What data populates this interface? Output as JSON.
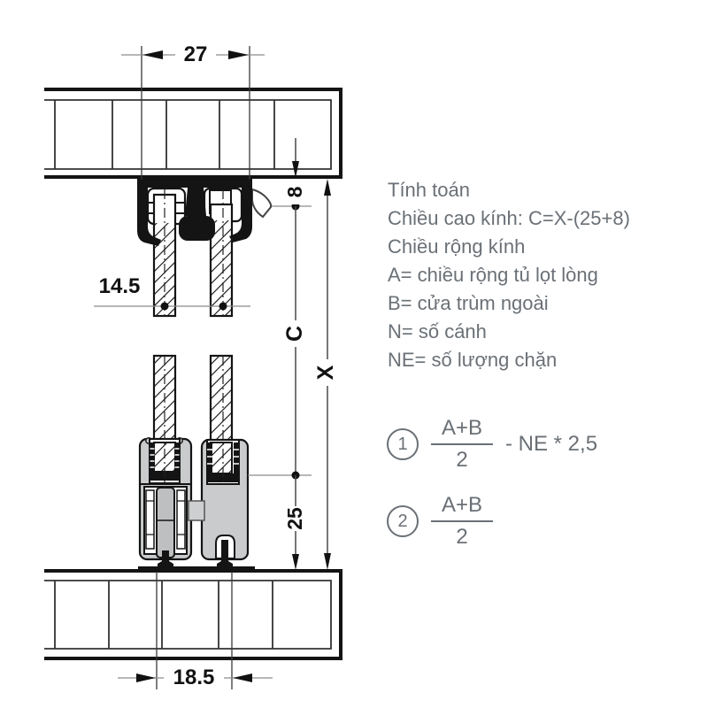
{
  "drawing": {
    "dim_top_width": "27",
    "dim_top_offset": "8",
    "dim_glass_spacing": "14.5",
    "dim_glass_height": "C",
    "dim_total_height": "X",
    "dim_bottom_offset": "25",
    "dim_bottom_width": "18.5"
  },
  "notes": {
    "title": "Tính toán",
    "lines": [
      "Chiều cao kính: C=X-(25+8)",
      "Chiều rộng kính",
      "A= chiều rộng tủ lọt lòng",
      "B= cửa trùm ngoài",
      "N= số cánh",
      "NE= số lượng chặn"
    ]
  },
  "formulas": [
    {
      "index": "1",
      "numerator": "A+B",
      "denominator": "2",
      "suffix": "- NE * 2,5"
    },
    {
      "index": "2",
      "numerator": "A+B",
      "denominator": "2",
      "suffix": ""
    }
  ],
  "colors": {
    "note_text": "#6a7076",
    "line_black": "#141414",
    "guide_gray": "#c9cbcc"
  }
}
